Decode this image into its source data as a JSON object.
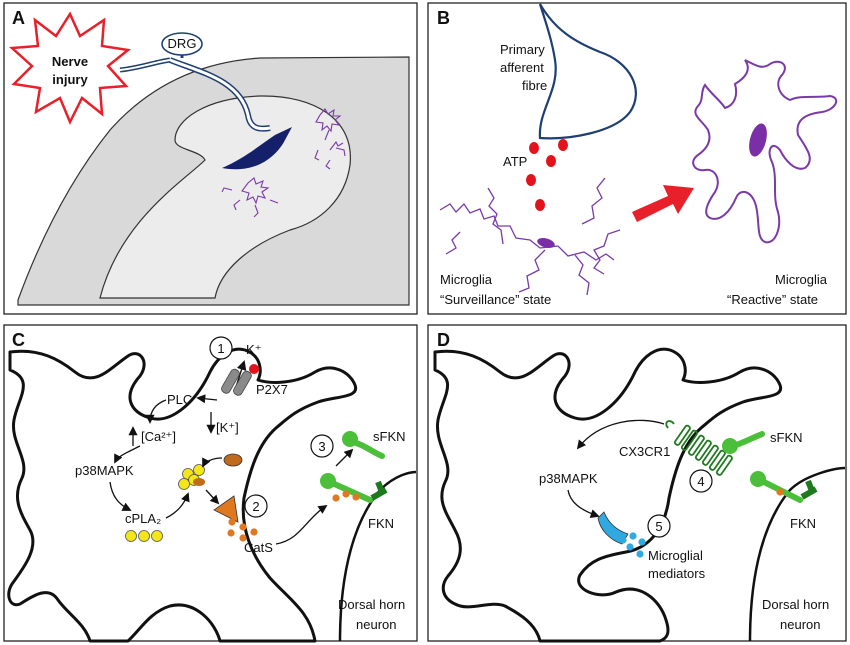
{
  "panels": {
    "a": {
      "letter": "A",
      "injury_line1": "Nerve",
      "injury_line2": "injury",
      "drg": "DRG"
    },
    "b": {
      "letter": "B",
      "fibre_line1": "Primary",
      "fibre_line2": "afferent",
      "fibre_line3": "fibre",
      "atp": "ATP",
      "surv_line1": "Microglia",
      "surv_line2": "“Surveillance” state",
      "react_line1": "Microglia",
      "react_line2": "“Reactive” state"
    },
    "c": {
      "letter": "C",
      "step1": "1",
      "step2": "2",
      "step3": "3",
      "k_out": "K⁺",
      "p2x7": "P2X7",
      "plc": "PLC",
      "k_in": "[K⁺]",
      "ca": "[Ca²⁺]",
      "p38": "p38MAPK",
      "cpla2": "cPLA₂",
      "cats": "CatS",
      "sfkn": "sFKN",
      "fkn": "FKN",
      "neuron_line1": "Dorsal horn",
      "neuron_line2": "neuron"
    },
    "d": {
      "letter": "D",
      "step4": "4",
      "step5": "5",
      "p38": "p38MAPK",
      "cx3cr1": "CX3CR1",
      "sfkn": "sFKN",
      "fkn": "FKN",
      "mediators_line1": "Microglial",
      "mediators_line2": "mediators",
      "neuron_line1": "Dorsal horn",
      "neuron_line2": "neuron"
    }
  },
  "colors": {
    "injury_red": "#e8202a",
    "microglia_purple": "#7a3aa8",
    "nucleus_purple": "#7b2fa6",
    "fibre_blue": "#1f3f73",
    "neuron_navy": "#14206a",
    "atp_red": "#e3121b",
    "spinal_grey": "#d9d9d9",
    "fkn_green": "#4bbf3a",
    "fkn_dark_green": "#1f7a1f",
    "cats_orange": "#e07820",
    "vesicle_yellow": "#f5e61a",
    "mediator_blue": "#2fa9e0",
    "receptor_grey": "#8a8a8a"
  }
}
